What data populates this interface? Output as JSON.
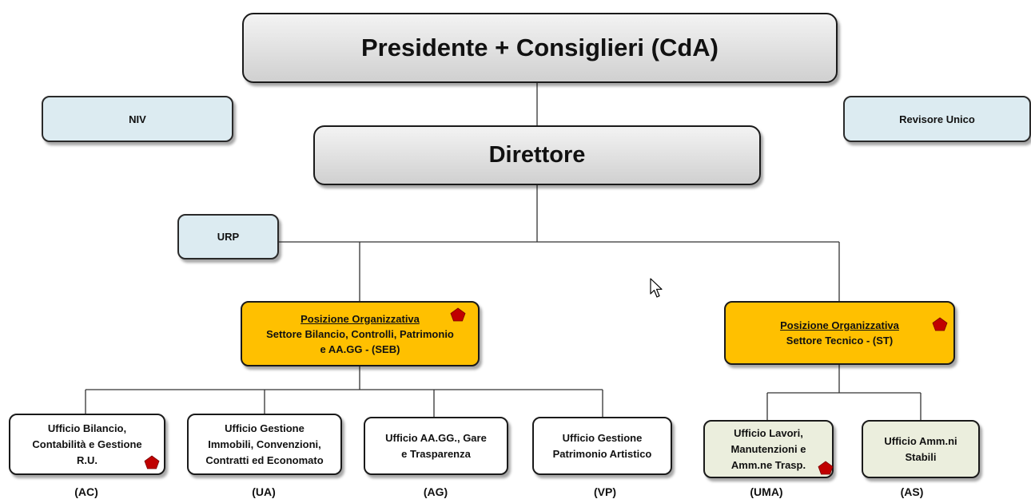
{
  "chart": {
    "top": "Presidente + Consiglieri (CdA)",
    "niv": "NIV",
    "revisore": "Revisore Unico",
    "direttore": "Direttore",
    "urp": "URP",
    "po_seb": {
      "title": "Posizione Organizzativa",
      "line1": "Settore Bilancio, Controlli, Patrimonio",
      "line2": "e AA.GG - (SEB)"
    },
    "po_st": {
      "title": "Posizione Organizzativa",
      "line1": "Settore Tecnico - (ST)"
    },
    "offices": [
      {
        "lines": [
          "Ufficio Bilancio,",
          "Contabilità e Gestione",
          "R.U."
        ],
        "code": "(AC)"
      },
      {
        "lines": [
          "Ufficio  Gestione",
          "Immobili, Convenzioni,",
          "Contratti ed Economato"
        ],
        "code": "(UA)"
      },
      {
        "lines": [
          "Ufficio AA.GG., Gare",
          "e Trasparenza"
        ],
        "code": "(AG)"
      },
      {
        "lines": [
          "Ufficio Gestione",
          "Patrimonio Artistico"
        ],
        "code": "(VP)"
      },
      {
        "lines": [
          "Ufficio Lavori,",
          "Manutenzioni e",
          "Amm.ne Trasp."
        ],
        "code": "(UMA)"
      },
      {
        "lines": [
          "Ufficio Amm.ni",
          "Stabili"
        ],
        "code": "(AS)"
      }
    ]
  },
  "colors": {
    "gray_box": "#d9d9d9",
    "light_blue": "#dcebf1",
    "orange": "#ffc000",
    "light_green": "#ebeedd",
    "marker_red": "#c00000"
  },
  "icons": [
    "pentagon-marker-icon",
    "mouse-cursor-icon"
  ]
}
